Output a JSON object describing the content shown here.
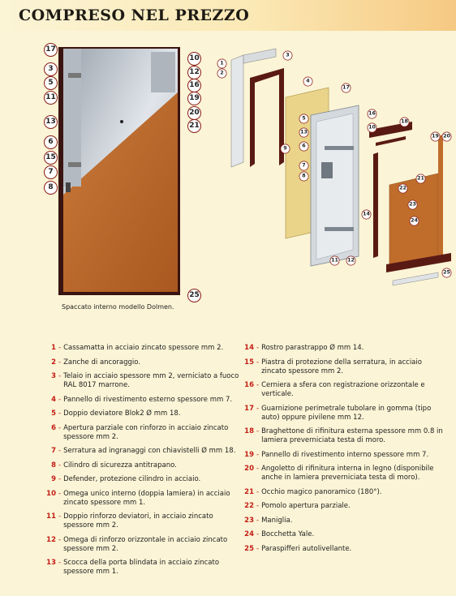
{
  "title": "COMPRESO NEL PREZZO",
  "caption": "Spaccato interno modello Dolmen.",
  "colors": {
    "accent": "#c41e16",
    "wood": "#b8692d",
    "frame": "#5a1a14",
    "panel": "#e9d48a",
    "metal": "#c8ced6"
  },
  "callouts_left": [
    "17",
    "3",
    "5",
    "11",
    "13",
    "6",
    "15",
    "7",
    "8"
  ],
  "callouts_right": [
    "10",
    "12",
    "16",
    "19",
    "20",
    "21"
  ],
  "callout_bottom": "25",
  "legend_left": [
    {
      "n": "1",
      "t": "Cassamatta in acciaio zincato spessore mm 2."
    },
    {
      "n": "2",
      "t": "Zanche di ancoraggio."
    },
    {
      "n": "3",
      "t": "Telaio in acciaio spessore mm 2, verniciato a fuoco RAL 8017 marrone."
    },
    {
      "n": "4",
      "t": "Pannello di rivestimento esterno spessore mm 7."
    },
    {
      "n": "5",
      "t": "Doppio deviatore Blok2 Ø mm 18."
    },
    {
      "n": "6",
      "t": "Apertura parziale con rinforzo in acciaio zincato spessore mm 2."
    },
    {
      "n": "7",
      "t": "Serratura ad ingranaggi con chiavistelli Ø mm 18."
    },
    {
      "n": "8",
      "t": "Cilindro di sicurezza antitrapano."
    },
    {
      "n": "9",
      "t": "Defender, protezione cilindro in acciaio."
    },
    {
      "n": "10",
      "t": "Omega unico interno (doppia lamiera) in acciaio zincato spessore mm 1."
    },
    {
      "n": "11",
      "t": "Doppio rinforzo deviatori, in acciaio zincato spessore mm 2."
    },
    {
      "n": "12",
      "t": "Omega di rinforzo orizzontale in acciaio zincato spessore mm 2."
    },
    {
      "n": "13",
      "t": "Scocca della porta blindata in acciaio zincato spessore mm 1."
    }
  ],
  "legend_right": [
    {
      "n": "14",
      "t": "Rostro parastrappo Ø mm 14."
    },
    {
      "n": "15",
      "t": "Piastra di protezione della serratura, in acciaio zincato spessore mm 2."
    },
    {
      "n": "16",
      "t": "Cerniera a sfera con registrazione orizzontale e verticale."
    },
    {
      "n": "17",
      "t": "Guarnizione perimetrale tubolare in gomma (tipo auto) oppure pivilene mm 12."
    },
    {
      "n": "18",
      "t": "Braghettone di rifinitura esterna spessore mm 0.8 in lamiera preverniciata testa di moro."
    },
    {
      "n": "19",
      "t": "Pannello di rivestimento interno spessore mm 7."
    },
    {
      "n": "20",
      "t": "Angoletto di rifinitura interna in legno (disponibile anche in lamiera preverniciata testa di moro)."
    },
    {
      "n": "21",
      "t": "Occhio magico panoramico (180°)."
    },
    {
      "n": "22",
      "t": "Pomolo apertura parziale."
    },
    {
      "n": "23",
      "t": "Maniglia."
    },
    {
      "n": "24",
      "t": "Bocchetta Yale."
    },
    {
      "n": "25",
      "t": "Paraspifferi autolivellante."
    }
  ],
  "exploded_labels": [
    "1",
    "2",
    "3",
    "4",
    "10",
    "17",
    "16",
    "5",
    "6",
    "7",
    "8",
    "9",
    "13",
    "11",
    "12",
    "14",
    "18",
    "19",
    "20",
    "21",
    "22",
    "23",
    "24",
    "25"
  ]
}
